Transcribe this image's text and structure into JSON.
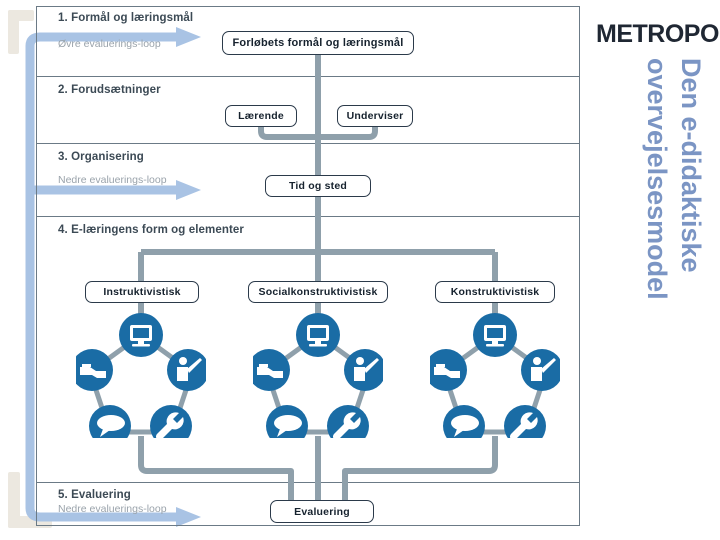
{
  "brand": {
    "logo_text": "METROPOL",
    "logo_color": "#1f2733"
  },
  "title": {
    "line1": "Den e-didaktiske",
    "line2": "overvejelsesmodel",
    "color": "#7b95c4"
  },
  "colors": {
    "frame_line": "#6b7a86",
    "connector_grey": "#8fa0ab",
    "loop_blue": "#a9c3e4",
    "icon_blue": "#1a6ca5",
    "node_border": "#2b3a4a",
    "section_title": "#3c4a55",
    "section_sub": "#9aa3ab",
    "bracket_beige": "#ece8e0"
  },
  "diagram": {
    "sections": [
      {
        "number_title": "1. Formål og læringsmål",
        "subtitle": "Øvre evaluerings-loop"
      },
      {
        "number_title": "2. Forudsætninger",
        "subtitle": ""
      },
      {
        "number_title": "3. Organisering",
        "subtitle": "Nedre evaluerings-loop"
      },
      {
        "number_title": "4. E-læringens form og elementer",
        "subtitle": ""
      },
      {
        "number_title": "5. Evaluering",
        "subtitle": "Nedre evaluerings-loop"
      }
    ],
    "nodes": {
      "goal": "Forløbets formål og læringsmål",
      "learner": "Lærende",
      "teacher": "Underviser",
      "timeplace": "Tid og sted",
      "instructivist": "Instruktivistisk",
      "socialconstructivist": "Socialkonstruktivistisk",
      "constructivist": "Konstruktivistisk",
      "evaluation": "Evaluering"
    },
    "cluster_icons": [
      "monitor-icon",
      "teacher-presenting-icon",
      "wrench-icon",
      "speech-bubble-icon",
      "handshake-icon"
    ],
    "clusters": [
      {
        "label_key": "instructivist",
        "icons": [
          "monitor-icon",
          "teacher-presenting-icon",
          "wrench-icon",
          "speech-bubble-icon",
          "handshake-icon"
        ]
      },
      {
        "label_key": "socialconstructivist",
        "icons": [
          "monitor-icon",
          "teacher-presenting-icon",
          "wrench-icon",
          "speech-bubble-icon",
          "handshake-icon"
        ]
      },
      {
        "label_key": "constructivist",
        "icons": [
          "monitor-icon",
          "teacher-presenting-icon",
          "wrench-icon",
          "speech-bubble-icon",
          "handshake-icon"
        ]
      }
    ],
    "loops": [
      {
        "name": "upper-evaluation-loop",
        "label": "Øvre evaluerings-loop"
      },
      {
        "name": "lower-evaluation-loop",
        "label": "Nedre evaluerings-loop"
      }
    ]
  }
}
